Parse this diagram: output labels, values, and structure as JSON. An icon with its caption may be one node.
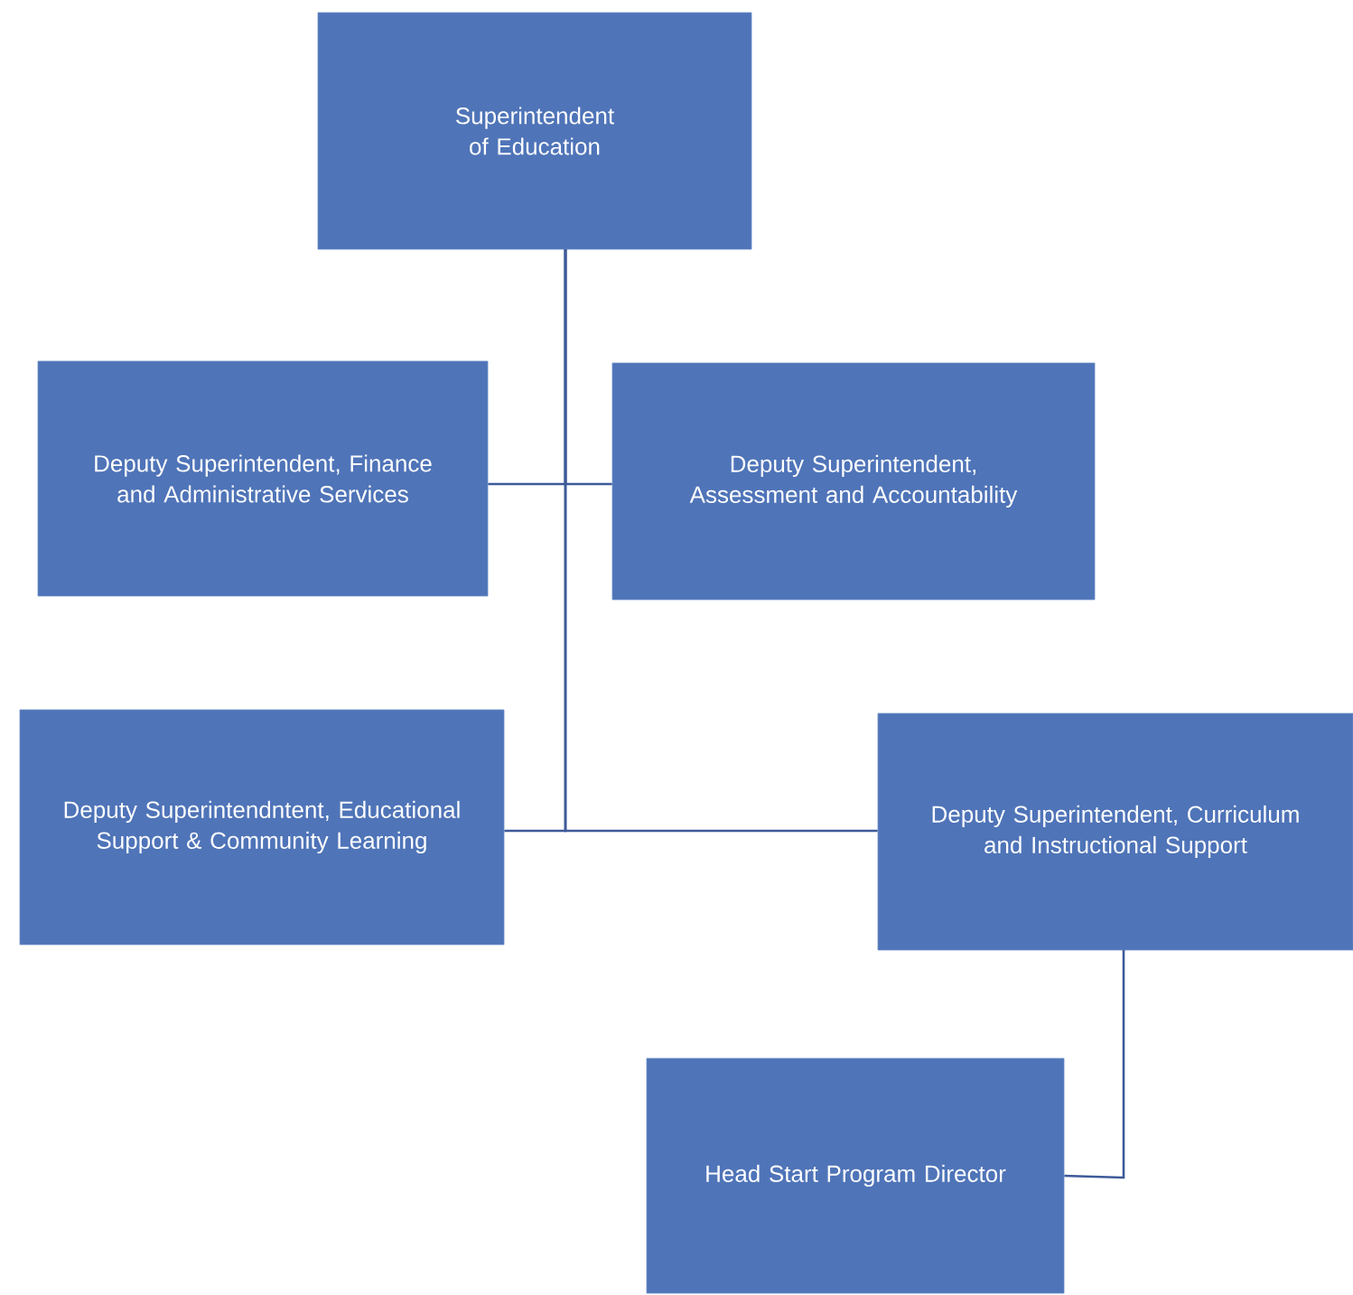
{
  "diagram": {
    "nodes": [
      {
        "text": [
          "Superintendent of Education"
        ]
      },
      {
        "text": [
          "Deputy Superintendent, Finance and Administrative Services"
        ]
      },
      {
        "text": [
          "Deputy Superintendent, Assessment and Accountability"
        ]
      },
      {
        "text": [
          "Deputy Superintendntent, Educational Support & Community Learning"
        ]
      },
      {
        "text": [
          "Deputy Superintendent, Curriculum and Instructional Support"
        ]
      },
      {
        "text": [
          "Head Start Program Director"
        ]
      }
    ],
    "edges": [
      {
        "from": 0,
        "to": 1,
        "arrow": "none"
      },
      {
        "from": 0,
        "to": 2,
        "arrow": "none"
      },
      {
        "from": 0,
        "to": 3,
        "arrow": "none"
      },
      {
        "from": 0,
        "to": 4,
        "arrow": "none"
      },
      {
        "from": 4,
        "to": 5,
        "arrow": "none"
      }
    ]
  }
}
